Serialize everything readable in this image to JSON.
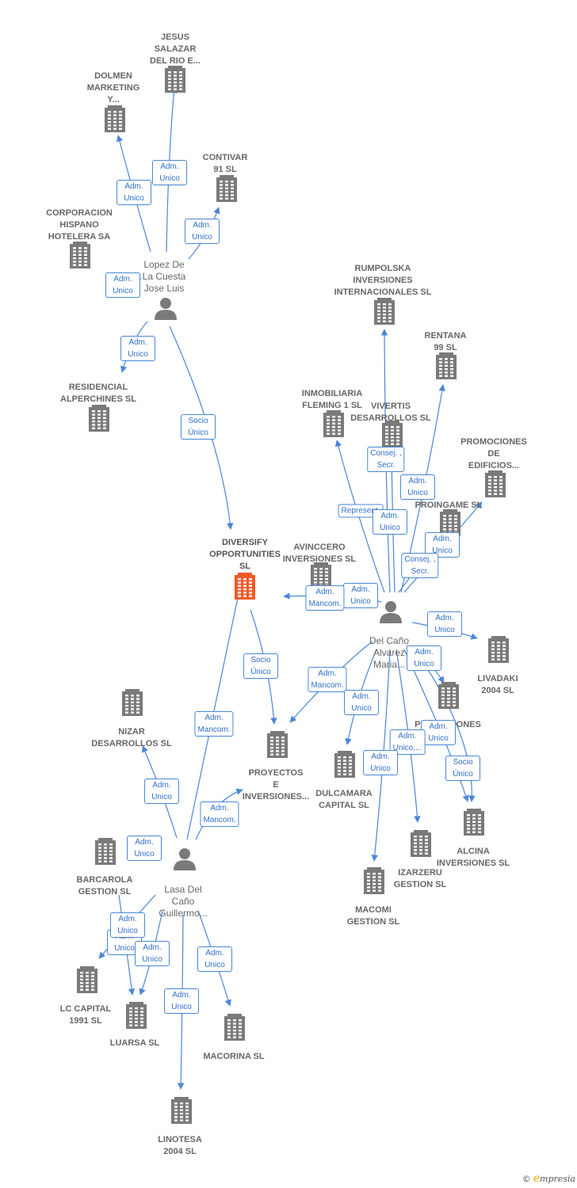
{
  "colors": {
    "edge": "#4a86d8",
    "node": "#7a7a7a",
    "focus": "#f05a28",
    "text": "#666666"
  },
  "nodes": [
    {
      "id": "jesus",
      "type": "company",
      "label": "JESUS\nSALAZAR\nDEL RIO E..."
    },
    {
      "id": "dolmen",
      "type": "company",
      "label": "DOLMEN\nMARKETING\nY..."
    },
    {
      "id": "contivar",
      "type": "company",
      "label": "CONTIVAR\n91 SL"
    },
    {
      "id": "corporacion",
      "type": "company",
      "label": "CORPORACION\nHISPANO\nHOTELERA SA"
    },
    {
      "id": "lopez",
      "type": "person",
      "label": "Lopez De\nLa Cuesta\nJose Luis"
    },
    {
      "id": "residencial",
      "type": "company",
      "label": "RESIDENCIAL\nALPERCHINES SL"
    },
    {
      "id": "rumpolska",
      "type": "company",
      "label": "RUMPOLSKA\nINVERSIONES\nINTERNACIONALES SL"
    },
    {
      "id": "rentana",
      "type": "company",
      "label": "RENTANA\n99 SL"
    },
    {
      "id": "inmobiliaria",
      "type": "company",
      "label": "INMOBILIARIA\nFLEMING 1 SL"
    },
    {
      "id": "vivertis",
      "type": "company",
      "label": "VIVERTIS\nDESARROLLOS SL"
    },
    {
      "id": "promociones_edif",
      "type": "company",
      "label": "PROMOCIONES\nDE\nEDIFICIOS..."
    },
    {
      "id": "proingame",
      "type": "company",
      "label": "PROINGAME SL"
    },
    {
      "id": "diversify",
      "type": "focus",
      "label": "DIVERSIFY\nOPPORTUNITIES\nSL"
    },
    {
      "id": "avinccero",
      "type": "company",
      "label": "AVINCCERO\nINVERSIONES SL"
    },
    {
      "id": "delcano",
      "type": "person",
      "label": "Del Caño\nAlvarez\nMaria..."
    },
    {
      "id": "livadaki",
      "type": "company",
      "label": "LIVADAKI\n2004 SL"
    },
    {
      "id": "promociones_sl",
      "type": "company",
      "label": "PROMOCIONES\nSL"
    },
    {
      "id": "nizar",
      "type": "company",
      "label": "NIZAR\nDESARROLLOS SL"
    },
    {
      "id": "proyectos",
      "type": "company",
      "label": "PROYECTOS\nE\nINVERSIONES..."
    },
    {
      "id": "dulcamara",
      "type": "company",
      "label": "DULCAMARA\nCAPITAL  SL"
    },
    {
      "id": "alcina",
      "type": "company",
      "label": "ALCINA\nINVERSIONES SL"
    },
    {
      "id": "izarzeru",
      "type": "company",
      "label": "IZARZERU\nGESTION  SL"
    },
    {
      "id": "macomi",
      "type": "company",
      "label": "MACOMI\nGESTION SL"
    },
    {
      "id": "barcarola",
      "type": "company",
      "label": "BARCAROLA\nGESTION SL"
    },
    {
      "id": "lasa",
      "type": "person",
      "label": "Lasa Del\nCaño\nGuillermo..."
    },
    {
      "id": "lccapital",
      "type": "company",
      "label": "LC CAPITAL\n1991  SL"
    },
    {
      "id": "luarsa",
      "type": "company",
      "label": "LUARSA SL"
    },
    {
      "id": "macorina",
      "type": "company",
      "label": "MACORINA SL"
    },
    {
      "id": "linotesa",
      "type": "company",
      "label": "LINOTESA\n2004 SL"
    }
  ],
  "edges": [
    {
      "from": "lopez",
      "to": "jesus",
      "label": "Adm.\nUnico"
    },
    {
      "from": "lopez",
      "to": "dolmen",
      "label": "Adm.\nUnico"
    },
    {
      "from": "lopez",
      "to": "contivar",
      "label": "Adm.\nUnico"
    },
    {
      "from": "lopez",
      "to": "corporacion",
      "label": "Adm.\nUnico"
    },
    {
      "from": "lopez",
      "to": "residencial",
      "label": "Adm.\nUnico"
    },
    {
      "from": "lopez",
      "to": "diversify",
      "label": "Socio\nÚnico"
    },
    {
      "from": "delcano",
      "to": "rumpolska",
      "label": "Consej. ,\nSecr."
    },
    {
      "from": "delcano",
      "to": "rentana",
      "label": "Adm.\nUnico"
    },
    {
      "from": "delcano",
      "to": "inmobiliaria",
      "label": "Represent."
    },
    {
      "from": "delcano",
      "to": "vivertis",
      "label": "Adm.\nUnico"
    },
    {
      "from": "delcano",
      "to": "promociones_edif",
      "label": "Adm.\nUnico"
    },
    {
      "from": "delcano",
      "to": "proingame",
      "label": "Consej. ,\nSecr."
    },
    {
      "from": "delcano",
      "to": "avinccero",
      "label": "Adm.\nUnico"
    },
    {
      "from": "delcano",
      "to": "diversify",
      "label": "Adm.\nMancom."
    },
    {
      "from": "delcano",
      "to": "livadaki",
      "label": "Adm.\nUnico"
    },
    {
      "from": "delcano",
      "to": "promociones_sl",
      "label": "Adm.\nUnico"
    },
    {
      "from": "delcano",
      "to": "proyectos",
      "label": "Adm.\nMancom."
    },
    {
      "from": "delcano",
      "to": "dulcamara",
      "label": "Adm.\nUnico"
    },
    {
      "from": "delcano",
      "to": "alcina",
      "label": "Adm.\nUnico"
    },
    {
      "from": "delcano",
      "to": "alcina",
      "label": "Socio\nÚnico"
    },
    {
      "from": "delcano",
      "to": "izarzeru",
      "label": "Adm.\nUnico,..."
    },
    {
      "from": "delcano",
      "to": "macomi",
      "label": "Adm.\nUnico"
    },
    {
      "from": "diversify",
      "to": "proyectos",
      "label": "Socio\nÚnico"
    },
    {
      "from": "lasa",
      "to": "diversify",
      "label": "Adm.\nMancom."
    },
    {
      "from": "lasa",
      "to": "proyectos",
      "label": "Adm.\nMancom."
    },
    {
      "from": "lasa",
      "to": "nizar",
      "label": "Adm.\nUnico"
    },
    {
      "from": "lasa",
      "to": "barcarola",
      "label": "Adm.\nUnico"
    },
    {
      "from": "lasa",
      "to": "lccapital",
      "label": "Adm.\nUnico"
    },
    {
      "from": "lasa",
      "to": "luarsa",
      "label": "Adm.\nUnico"
    },
    {
      "from": "lasa",
      "to": "luarsa",
      "label": "Adm.\nUnico"
    },
    {
      "from": "lasa",
      "to": "macorina",
      "label": "Adm.\nUnico"
    },
    {
      "from": "lasa",
      "to": "linotesa",
      "label": "Adm.\nUnico"
    }
  ],
  "brand": {
    "copyright": "©",
    "name_initial": "e",
    "name_rest": "mpresia"
  }
}
